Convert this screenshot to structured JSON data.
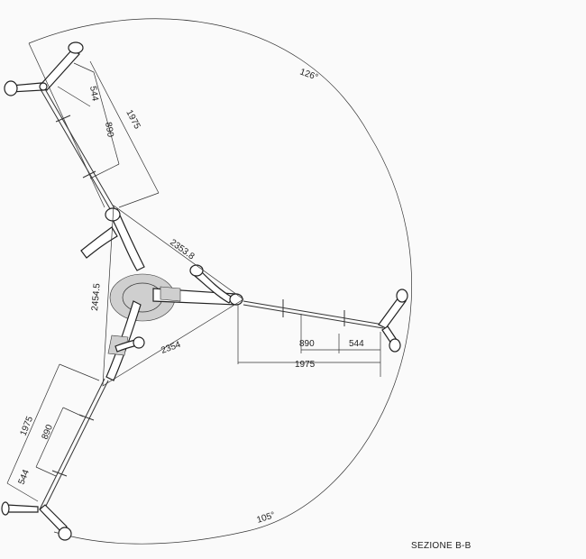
{
  "drawing": {
    "caption": "SEZIONE B-B",
    "angles": {
      "top": "126°",
      "bottom": "105°"
    },
    "triangle": {
      "top_side": "2353.8",
      "left_side": "2454.5",
      "bottom_side": "2354"
    },
    "arm_top": {
      "d_544": "544",
      "d_890": "890",
      "d_1975": "1975"
    },
    "arm_right": {
      "d_890": "890",
      "d_544": "544",
      "d_1975": "1975"
    },
    "arm_bottom": {
      "d_1975": "1975",
      "d_890": "890",
      "d_544": "544"
    }
  }
}
